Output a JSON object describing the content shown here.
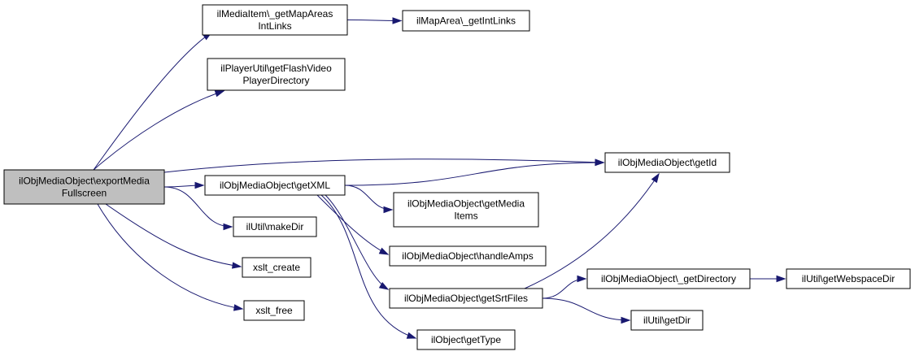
{
  "nodes": {
    "root": {
      "lines": [
        "ilObjMediaObject\\exportMedia",
        "Fullscreen"
      ]
    },
    "mapAreas": {
      "lines": [
        "ilMediaItem\\_getMapAreas",
        "IntLinks"
      ]
    },
    "intLinks": {
      "lines": [
        "ilMapArea\\_getIntLinks"
      ]
    },
    "flashDir": {
      "lines": [
        "ilPlayerUtil\\getFlashVideo",
        "PlayerDirectory"
      ]
    },
    "getId": {
      "lines": [
        "ilObjMediaObject\\getId"
      ]
    },
    "getXML": {
      "lines": [
        "ilObjMediaObject\\getXML"
      ]
    },
    "mediaItems": {
      "lines": [
        "ilObjMediaObject\\getMedia",
        "Items"
      ]
    },
    "makeDir": {
      "lines": [
        "ilUtil\\makeDir"
      ]
    },
    "handleAmps": {
      "lines": [
        "ilObjMediaObject\\handleAmps"
      ]
    },
    "xsltCreate": {
      "lines": [
        "xslt_create"
      ]
    },
    "srtFiles": {
      "lines": [
        "ilObjMediaObject\\getSrtFiles"
      ]
    },
    "directory": {
      "lines": [
        "ilObjMediaObject\\_getDirectory"
      ]
    },
    "webspace": {
      "lines": [
        "ilUtil\\getWebspaceDir"
      ]
    },
    "xsltFree": {
      "lines": [
        "xslt_free"
      ]
    },
    "getDir": {
      "lines": [
        "ilUtil\\getDir"
      ]
    },
    "getType": {
      "lines": [
        "ilObject\\getType"
      ]
    }
  },
  "edges": [
    [
      "root",
      "mapAreas"
    ],
    [
      "root",
      "flashDir"
    ],
    [
      "root",
      "getId"
    ],
    [
      "root",
      "getXML"
    ],
    [
      "root",
      "makeDir"
    ],
    [
      "root",
      "xsltCreate"
    ],
    [
      "root",
      "xsltFree"
    ],
    [
      "mapAreas",
      "intLinks"
    ],
    [
      "getXML",
      "getId"
    ],
    [
      "getXML",
      "mediaItems"
    ],
    [
      "getXML",
      "handleAmps"
    ],
    [
      "getXML",
      "srtFiles"
    ],
    [
      "getXML",
      "getType"
    ],
    [
      "srtFiles",
      "getId"
    ],
    [
      "srtFiles",
      "directory"
    ],
    [
      "srtFiles",
      "getDir"
    ],
    [
      "directory",
      "webspace"
    ]
  ],
  "colors": {
    "edge": "#191970",
    "root_fill": "#bfbfbf",
    "node_fill": "#ffffff",
    "node_border": "#000000"
  }
}
